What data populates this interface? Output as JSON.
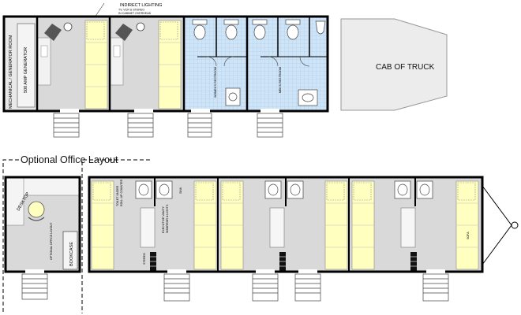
{
  "annotations": {
    "indirect_lighting": "INDIRECT LIGHTING",
    "tv_vcr_line1": "TV, VCR & STEREO",
    "tv_vcr_line2": "IN CABINET OVERHEAD"
  },
  "top_trailer": {
    "mechanical_room": "MECHANICAL / GENERATOR ROOM",
    "generator": "500 AMP GENERATOR",
    "womens_restroom": "WOMEN'S RESTROOM",
    "mens_restroom": "MEN'S RESTROOM",
    "cab": "CAB OF TRUCK"
  },
  "optional_office": {
    "title": "Optional Office Layout",
    "desktop": "DESKTOP",
    "room": "OPTIONAL OFFICE LAYOUT",
    "bookcase": "BOOKCASE"
  },
  "bottom_trailer": {
    "toilet_line1": "TOILET UNDER",
    "toilet_line2": "ROLL-UP COUNTER",
    "sink": "SINK",
    "vanity_line1": "EXECUTIVE VANITY",
    "vanity_line2": "W/MIRROR & LIGHTS",
    "stereo": "STEREO",
    "sofa": "SOFA"
  },
  "colors": {
    "wall": "#000000",
    "floor": "#d9d9d9",
    "sofa": "#ffffc0",
    "restroom_tile": "#cfe4f7",
    "cab_fill": "#ececec"
  }
}
